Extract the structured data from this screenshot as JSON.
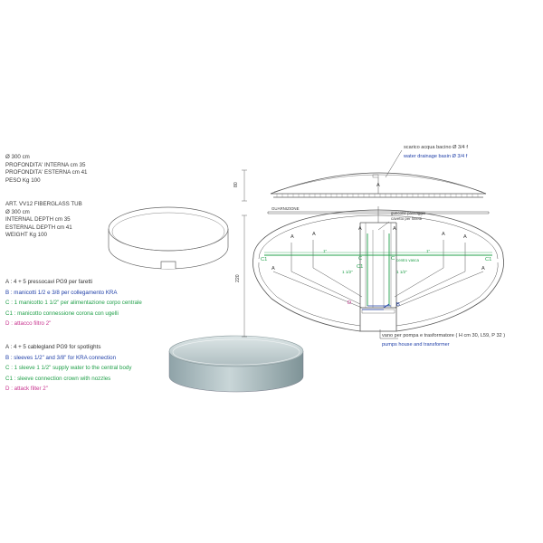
{
  "specs_it": [
    "Ø 300 cm",
    "PROFONDITA' INTERNA cm 35",
    "PROFONDITA' ESTERNA cm 41",
    "PESO Kg 100"
  ],
  "specs_en": [
    "ART. VV12 FIBERGLASS TUB",
    "Ø 300 cm",
    "INTERNAL DEPTH cm 35",
    "ESTERNAL DEPTH cm 41",
    "WEIGHT Kg 100"
  ],
  "legend_it": {
    "a": "A : 4 + 5 pressocavi PG9 per faretti",
    "b": "B : manicotti 1/2 e 3/8 per collegamento KRA",
    "c": "C : 1 manicotto 1 1/2\" per alimentazione corpo centrale",
    "c1": "C1 : manicotto connessione corona con ugelli",
    "d": "D : attacco filtro 2\""
  },
  "legend_en": {
    "a": "A : 4 + 5 cablegland PG9 for spotlights",
    "b": "B : sleeves 1/2\" and 3/8\" for KRA connection",
    "c": "C : 1 sleeve 1 1/2\" supply water to the central body",
    "c1": "C1 : sleeve connection crown with nozzles",
    "d": "D : attack filter 2\""
  },
  "drawing": {
    "drain_it": "scarico acqua bacino Ø 3/4 f",
    "drain_en": "water drainage basin Ø 3/4 f",
    "dim_80": "80",
    "dim_220": "220",
    "guarnizione": "GUARNIZIONE",
    "guncone_1": "guncone passaggio",
    "guncone_2": "cavetto per faretti",
    "centro_vasca": "centro vasca",
    "inch_1": "1\"",
    "inch_1_2": "1\"",
    "inch_112_a": "1 1/2\"",
    "inch_112_b": "1 1/2\"",
    "pump_it": "vano per pompa e trasformatore  ( H cm 30, L59, P 32 )",
    "pump_en": "pumps house and transformer",
    "label_a": "A",
    "label_b": "B",
    "label_c": "C",
    "label_c1": "C1",
    "label_d": "D"
  },
  "colors": {
    "blue": "#1f3fa8",
    "green": "#21a04a",
    "magenta": "#c8338f",
    "line": "#555555"
  }
}
